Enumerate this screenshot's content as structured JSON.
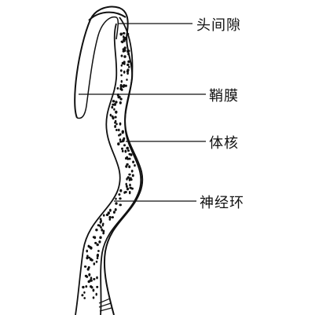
{
  "diagram": {
    "labels": {
      "head_gap": "头间隙",
      "sheath": "鞘膜",
      "body_nuclei": "体核",
      "nerve_ring": "神经环"
    },
    "colors": {
      "ink": "#111111",
      "background": "#ffffff"
    }
  }
}
